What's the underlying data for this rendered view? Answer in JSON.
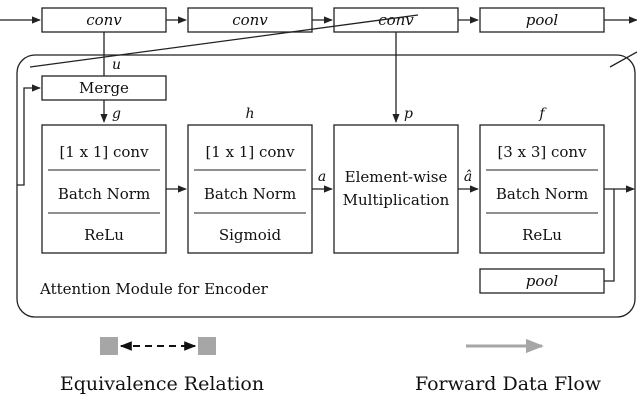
{
  "top_row": {
    "conv1": "conv",
    "conv2": "conv",
    "conv3": "conv",
    "pool": "pool"
  },
  "module": {
    "title": "Attention Module for Encoder",
    "merge": "Merge",
    "vars": {
      "u": "u",
      "g": "g",
      "h": "h",
      "p": "p",
      "f": "f",
      "a": "a",
      "a_hat": "â"
    },
    "block_g": [
      "[1 x 1] conv",
      "Batch Norm",
      "ReLu"
    ],
    "block_h": [
      "[1 x 1] conv",
      "Batch Norm",
      "Sigmoid"
    ],
    "multiply": [
      "Element-wise",
      "Multiplication"
    ],
    "block_f": [
      "[3 x 3] conv",
      "Batch Norm",
      "ReLu"
    ],
    "pool": "pool"
  },
  "legend": {
    "equivalence": "Equivalence Relation",
    "forward": "Forward Data Flow"
  },
  "colors": {
    "stroke": "#222222",
    "legend_square": "#a6a6a6",
    "legend_arrow": "#a6a6a6"
  }
}
